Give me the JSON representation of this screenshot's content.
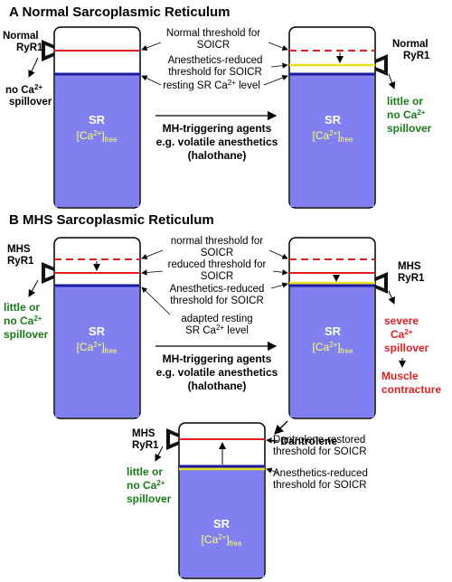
{
  "panelA": {
    "title": "A  Normal Sarcoplasmic Reticulum",
    "left_ryr1": [
      "Normal",
      "RyR1"
    ],
    "right_ryr1": [
      "Normal",
      "RyR1"
    ],
    "left_spill": [
      "no Ca",
      "2+",
      "spillover"
    ],
    "right_spill": [
      "little or",
      "no Ca",
      "2+",
      "spillover"
    ],
    "annot_normal": [
      "Normal threshold for",
      "SOICR"
    ],
    "annot_anesth": [
      "Anesthetics-reduced",
      "threshold for SOICR"
    ],
    "annot_resting": [
      "resting SR Ca",
      "2+",
      " level"
    ],
    "arrow_text": [
      "MH-triggering agents",
      "e.g. volatile anesthetics",
      "(halothane)"
    ]
  },
  "panelB": {
    "title": "B  MHS Sarcoplasmic Reticulum",
    "left_ryr1": [
      "MHS",
      "RyR1"
    ],
    "right_ryr1": [
      "MHS",
      "RyR1"
    ],
    "left_spill": [
      "little or",
      "no Ca",
      "2+",
      "spillover"
    ],
    "right_spill": [
      "severe",
      "Ca",
      "2+",
      "spillover"
    ],
    "muscle": [
      "Muscle",
      "contracture"
    ],
    "annot_normal": [
      "normal threshold for",
      "SOICR"
    ],
    "annot_reduced": [
      "reduced threshold for",
      "SOICR"
    ],
    "annot_anesth": [
      "Anesthetics-reduced",
      "threshold for SOICR"
    ],
    "annot_adapted": [
      "adapted resting",
      "SR Ca",
      "2+",
      " level"
    ],
    "arrow_text": [
      "MH-triggering agents",
      "e.g. volatile anesthetics",
      "(halothane)"
    ]
  },
  "panelC": {
    "dantrolene": "+ Dantrolene",
    "ryr1": [
      "MHS",
      "RyR1"
    ],
    "spill": [
      "little or",
      "no Ca",
      "2+",
      "spillover"
    ],
    "annot_restored": [
      "Dantrolene-restored",
      "threshold for SOICR"
    ],
    "annot_anesth": [
      "Anesthetics-reduced",
      "threshold for SOICR"
    ]
  },
  "sr_label": "SR",
  "ca_label": "[Ca",
  "ca_sup": "2+",
  "ca_close": "]",
  "ca_sub": "free",
  "colors": {
    "sr_fill": "#8080f0",
    "sr_line": "#1a1a9a",
    "threshold_red": "#e02020",
    "anesthetic_yellow": "#e8e020",
    "green_text": "#1a7a1a"
  }
}
